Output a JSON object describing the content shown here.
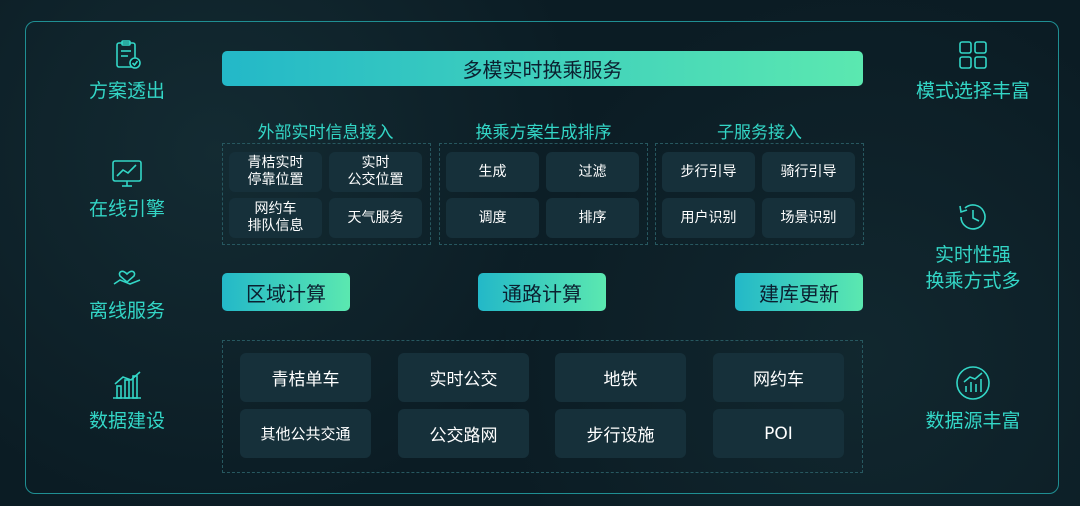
{
  "title": "多模实时换乘服务",
  "left": [
    {
      "icon": "clipboard-check-icon",
      "label": "方案透出"
    },
    {
      "icon": "monitor-chart-icon",
      "label": "在线引擎"
    },
    {
      "icon": "hand-heart-icon",
      "label": "离线服务"
    },
    {
      "icon": "bar-chart-icon",
      "label": "数据建设"
    }
  ],
  "right": [
    {
      "icon": "grid-icon",
      "label": "模式选择丰富"
    },
    {
      "icon": "history-clock-icon",
      "label_line1": "实时性强",
      "label_line2": "换乘方式多"
    },
    {
      "icon": "growth-chart-icon",
      "label": "数据源丰富"
    }
  ],
  "sections": [
    {
      "title": "外部实时信息接入",
      "items": [
        "青桔实时\n停靠位置",
        "实时\n公交位置",
        "网约车\n排队信息",
        "天气服务"
      ]
    },
    {
      "title": "换乘方案生成排序",
      "items": [
        "生成",
        "过滤",
        "调度",
        "排序"
      ]
    },
    {
      "title": "子服务接入",
      "items": [
        "步行引导",
        "骑行引导",
        "用户识别",
        "场景识别"
      ]
    }
  ],
  "compute": [
    "区域计算",
    "通路计算",
    "建库更新"
  ],
  "data_sources": [
    "青桔单车",
    "实时公交",
    "地铁",
    "网约车",
    "其他公共交通",
    "公交路网",
    "步行设施",
    "POI"
  ],
  "colors": {
    "accent": "#33d6c6",
    "gradient_start": "#23b8c8",
    "gradient_end": "#5be8b0",
    "cell_bg": "#16303a"
  }
}
